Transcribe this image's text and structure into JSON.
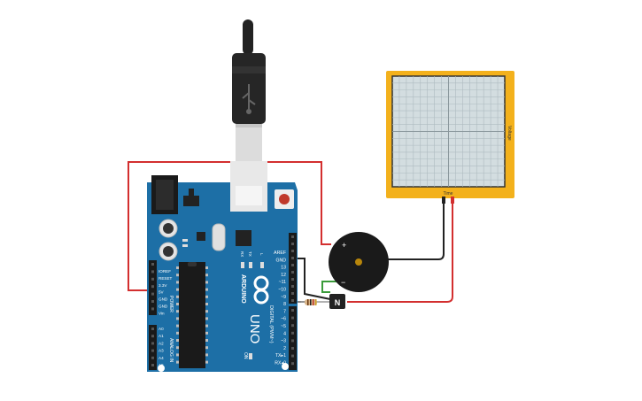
{
  "board": {
    "brand": "ARDUINO",
    "model": "UNO",
    "digital_header_label": "DIGITAL (PWM~)",
    "power_header_label": "POWER",
    "analog_header_label": "ANALOG IN",
    "on_label": "ON",
    "rx_led_label": "RX",
    "tx_led_label": "TX",
    "l_led_label": "L",
    "digital_pins": [
      "AREF",
      "GND",
      "13",
      "12",
      "~11",
      "~10",
      "~9",
      "8",
      "7",
      "~6",
      "~5",
      "4",
      "~3",
      "2",
      "TX▸1",
      "RX◂0"
    ],
    "power_pins": [
      "IOREF",
      "RESET",
      "3.3V",
      "5V",
      "GND",
      "GND",
      "Vin"
    ],
    "analog_pins": [
      "A0",
      "A1",
      "A2",
      "A3",
      "A4",
      "A5"
    ]
  },
  "oscilloscope": {
    "x_label": "Time",
    "y_label": "Voltage"
  },
  "buzzer": {
    "plus_label": "+",
    "minus_label": "−"
  },
  "transistor": {
    "label": "N"
  },
  "colors": {
    "board": "#1d6fa6",
    "board_dark": "#155a88",
    "scope_frame": "#f3b11c",
    "scope_screen": "#d3dde0",
    "wire_red": "#d32f2f",
    "wire_black": "#222222",
    "wire_green": "#3a9b3a"
  }
}
